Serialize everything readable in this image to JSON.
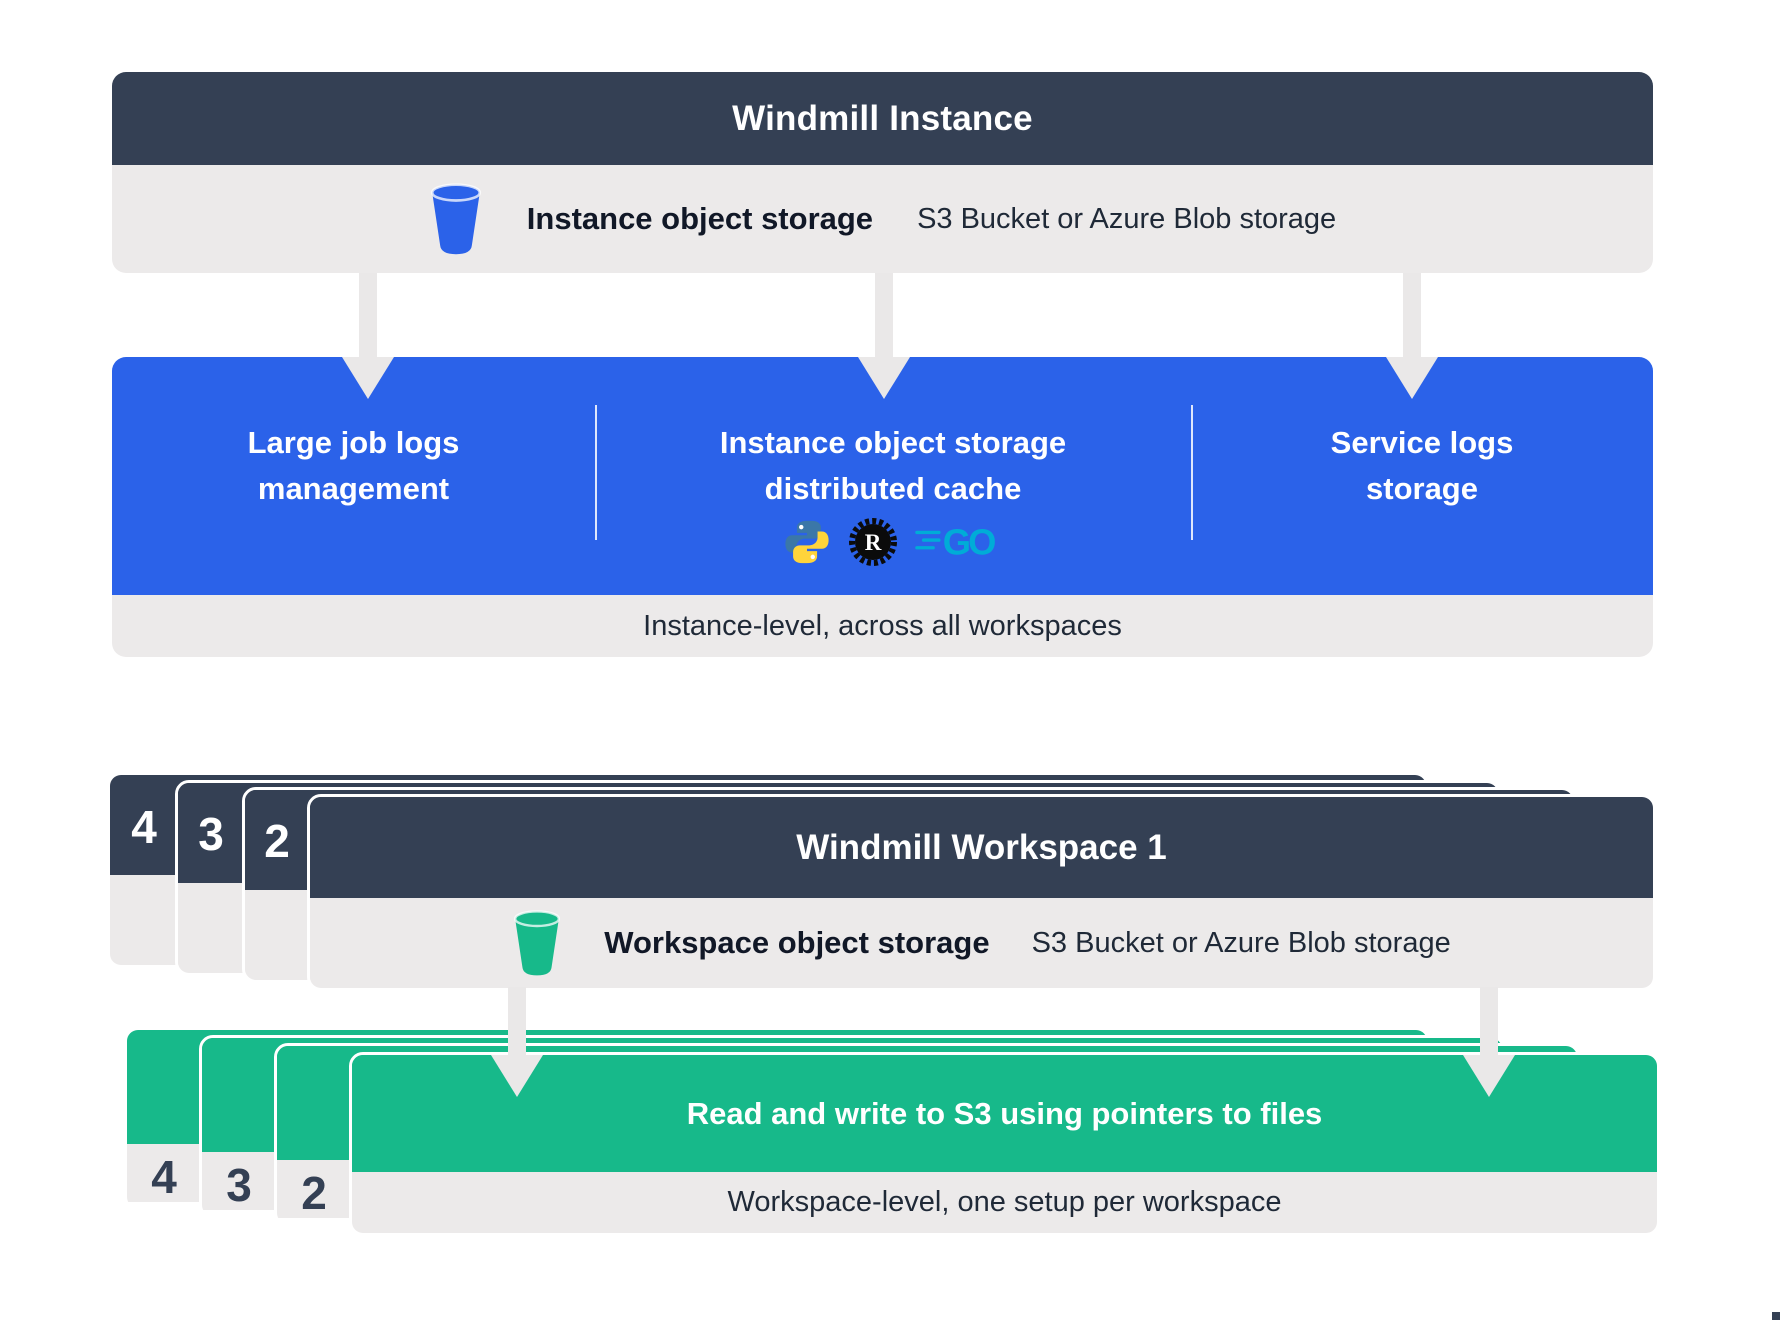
{
  "colors": {
    "navy": "#344054",
    "blue": "#2B62E9",
    "green": "#17B98A",
    "gray": "#ECEAEA",
    "arrow": "#EAE8E8",
    "ink": "#111827",
    "ink-soft": "#1F2937",
    "python-blue": "#3B77A8",
    "python-yellow": "#FFD43B",
    "rust-black": "#0B0B0B",
    "go-cyan": "#00ACD7"
  },
  "instance": {
    "title": "Windmill Instance",
    "storage": {
      "label": "Instance object storage",
      "detail": "S3 Bucket or Azure Blob storage"
    },
    "features": [
      {
        "label": "Large job logs\nmanagement"
      },
      {
        "label": "Instance object storage\ndistributed cache",
        "languages": [
          "python",
          "rust",
          "go"
        ]
      },
      {
        "label": "Service logs\nstorage"
      }
    ],
    "footer": "Instance-level, across all workspaces"
  },
  "workspace": {
    "stack_numbers": [
      "4",
      "3",
      "2"
    ],
    "title": "Windmill Workspace 1",
    "storage": {
      "label": "Workspace object storage",
      "detail": "S3 Bucket or Azure Blob storage"
    }
  },
  "s3_sync": {
    "stack_numbers": [
      "4",
      "3",
      "2"
    ],
    "action": "Read and write to S3 using pointers to files",
    "footer": "Workspace-level, one setup per workspace"
  },
  "icons": {
    "rust_letter": "R",
    "go_text": "GO"
  }
}
